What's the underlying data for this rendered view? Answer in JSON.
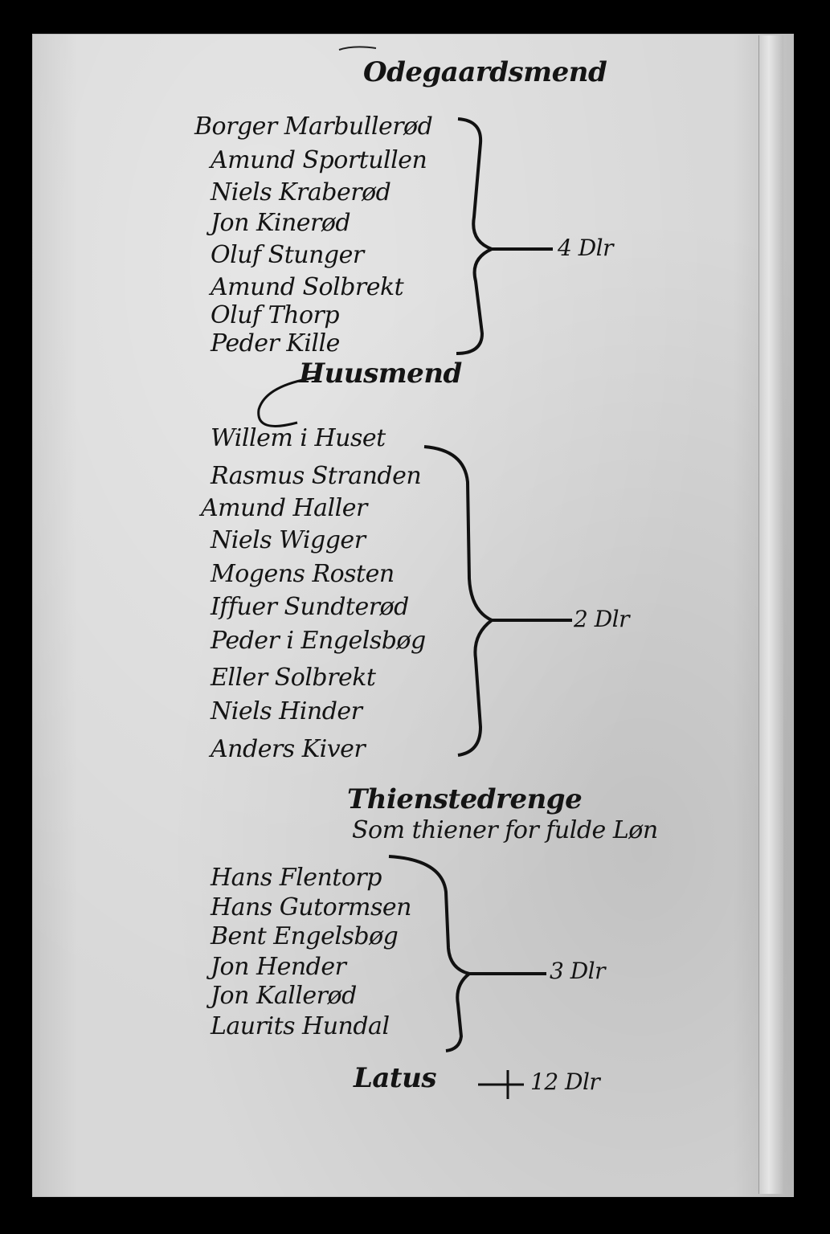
{
  "sections": [
    {
      "heading": "Odegaardsmend",
      "names": [
        "Borger Marbullerød",
        "Amund Sportullen",
        "Niels Kraberød",
        "Jon Kinerød",
        "Oluf Stunger",
        "Amund Solbrekt",
        "Oluf Thorp",
        "Peder Kille"
      ],
      "amount": "4 Dlr"
    },
    {
      "heading": "Huusmend",
      "names": [
        "Willem i Huset",
        "Rasmus Stranden",
        "Amund Haller",
        "Niels Wigger",
        "Mogens Rosten",
        "Iffuer Sundterød",
        "Peder i Engelsbøg",
        "Eller Solbrekt",
        "Niels Hinder",
        "Anders Kiver"
      ],
      "amount": "2 Dlr"
    },
    {
      "heading": "Thienstedrenge",
      "subheading": "Som thiener for fulde Løn",
      "names": [
        "Hans Flentorp",
        "Hans Gutormsen",
        "Bent Engelsbøg",
        "Jon Hender",
        "Jon Kallerød",
        "Laurits Hundal"
      ],
      "amount": "3 Dlr"
    }
  ],
  "total": {
    "label": "Latus",
    "amount": "12 Dlr"
  }
}
